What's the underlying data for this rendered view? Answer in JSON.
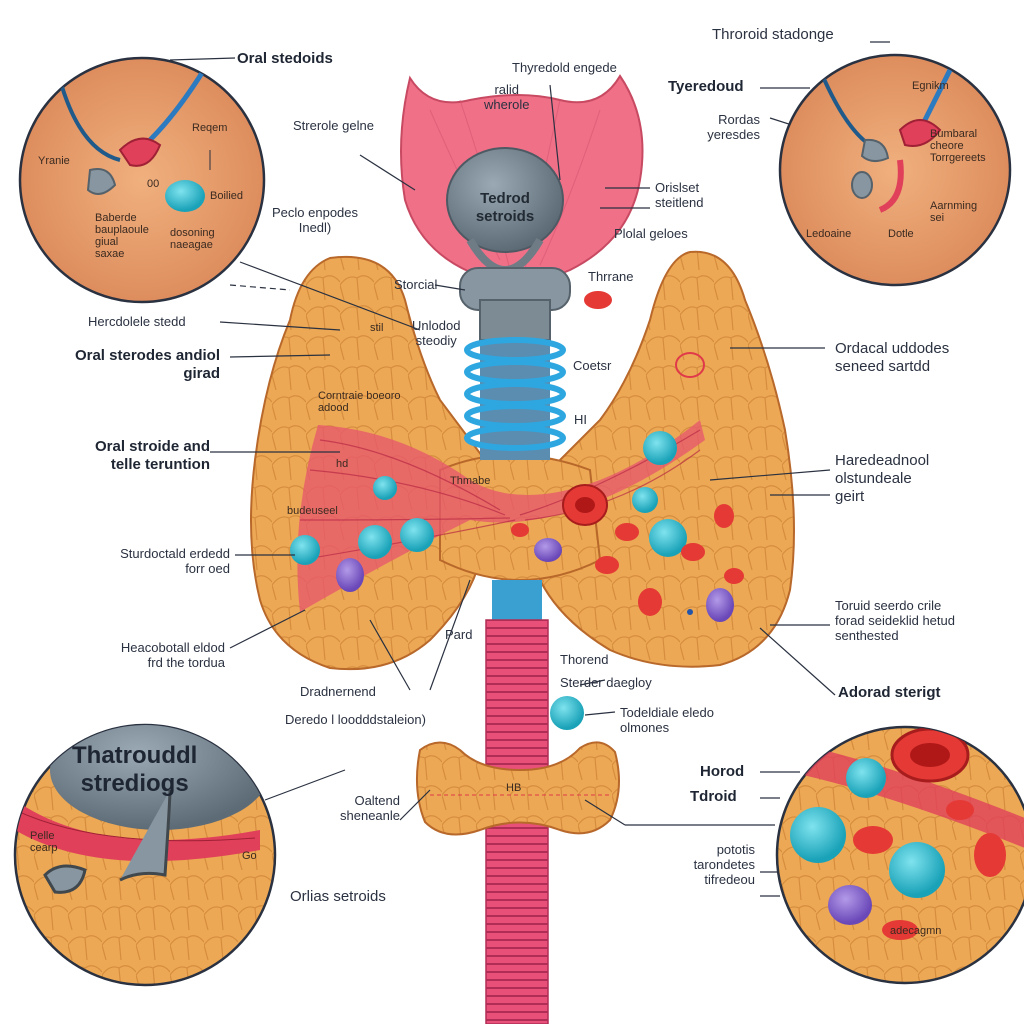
{
  "colors": {
    "gland": "#e9a24c",
    "gland_dark": "#c9782a",
    "tissue_pink": "#f07088",
    "muscle_red": "#e0405a",
    "cell_cyan": "#36bfd0",
    "cell_purple": "#8a6ad0",
    "cell_red": "#e53935",
    "trachea": "#e8507a",
    "blue_ring": "#2ea6e0",
    "gray_stone": "#7f8e9a",
    "circle_bg": "#e9a070"
  },
  "top_labels": {
    "oral_steroids_tl": "Oral stedoids",
    "thyroid_storage_tr": "Throroid stadonge",
    "tyredoud": "Tyeredoud",
    "thyroid_angle": "Thyredold engede",
    "parial_wherole": "ralid\nwherole",
    "steroid_gains": "Strerole gelne",
    "pede_onpodes": "Peclo enpodes\nInedl)",
    "orlsiset": "Orislset\nsteitlend",
    "plolal_geloes": "Plolal geloes",
    "storcial": "Storcial",
    "thrrane": "Thrrane",
    "rordas": "Rordas\nyeresdes",
    "center_stone": "Tedrod\nsetroids"
  },
  "left_labels": {
    "herodolle": "Hercdolele stedd",
    "oral_sterodes": "Oral sterodes andiol\ngirad",
    "oral_stroide_and": "Oral stroide and\ntelle teruntion",
    "sturdoctald": "Sturdoctald erdedd\nforr oed",
    "heacobotoll": "Heacobotall eldod\nfrd the tordua"
  },
  "right_labels": {
    "ordacal": "Ordacal uddodes\nseneed sartdd",
    "haredeadnool": "Haredeadnool\nolstundeale\ngeirt",
    "toruid_seeodo": "Toruid seerdo crile\nforad seideklid hetud\nsenthested",
    "adorad_sterigt": "Adorad sterigt"
  },
  "center_labels": {
    "unlodod": "Unlodod\nsteodiy",
    "coetsr": "Coetsr",
    "hi": "HI",
    "corntral": "Corntraie boeoro\nadood",
    "thmabe": "Thmabe",
    "budeuseel": "budeuseel",
    "stil": "stil",
    "hd": "hd",
    "pard": "Pard",
    "thorend": "Thorend",
    "sterder": "Sterder daegloy",
    "dradnernend": "Dradnernend",
    "deredo": "Deredo l loodddstaleion)",
    "todeldiate": "Todeldiale eledo\nolmones",
    "oaltend": "Oaltend\nsheneanle",
    "hb": "HB"
  },
  "bottom_labels": {
    "thatrouddl": "Thatrouddl\nstrediogs",
    "orlas_setroids": "Orlias setroids",
    "horod": "Horod",
    "tdroid": "Tdroid",
    "pototis": "pototis\ntarondetes\ntifredeou"
  },
  "circle_tl_labels": {
    "reqem": "Reqem",
    "yranie": "Yranie",
    "o0": "00",
    "boiled": "Boilied",
    "baberde": "Baberde\nbauplaoule\ngiual\nsaxae",
    "dosoning": "dosoning\nnaeagae"
  },
  "circle_tr_labels": {
    "egnikm": "Egnikm",
    "bumbaral": "Bumbaral\ncheore\nTorrgereets",
    "arnminng": "Aarnming\nsei",
    "ladoaine": "Ledoaine",
    "dotle": "Dotle"
  },
  "circle_bl_labels": {
    "pelle": "Pelle\ncearp",
    "so": "Go"
  },
  "circle_br_labels": {
    "adeoagmn": "adecagmn"
  }
}
